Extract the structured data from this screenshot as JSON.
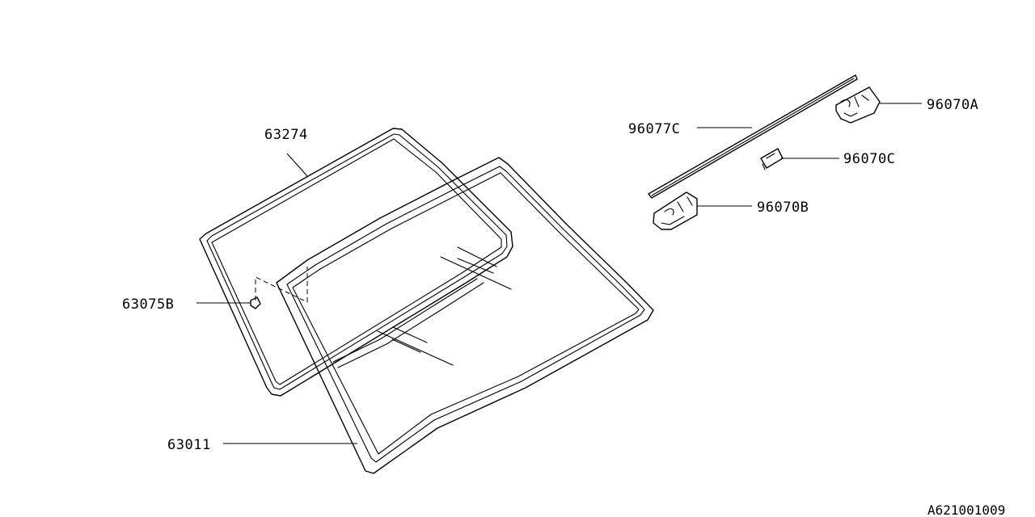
{
  "parts": {
    "p63274": "63274",
    "p63075b": "63075B",
    "p63011": "63011",
    "p96077c": "96077C",
    "p96070a": "96070A",
    "p96070c": "96070C",
    "p96070b": "96070B"
  },
  "reference_code": "A621001009"
}
